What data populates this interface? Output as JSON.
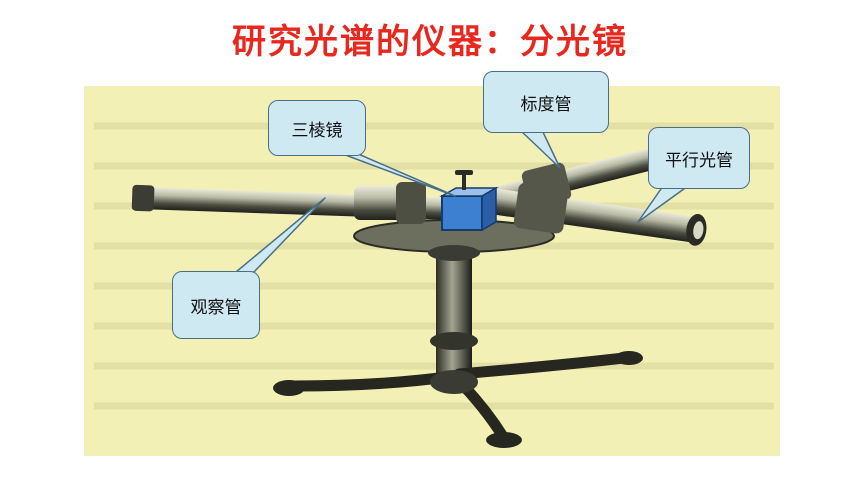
{
  "title": "研究光谱的仪器：分光镜",
  "labels": {
    "prism": "三棱镜",
    "scale_tube": "标度管",
    "collimator": "平行光管",
    "observation_tube": "观察管"
  },
  "colors": {
    "title": "#e8281e",
    "background_paper": "#f3f0b6",
    "callout_fill": "#cfe9f3",
    "callout_border": "#4a6f85",
    "prism_blue": "#3d7fd1"
  }
}
